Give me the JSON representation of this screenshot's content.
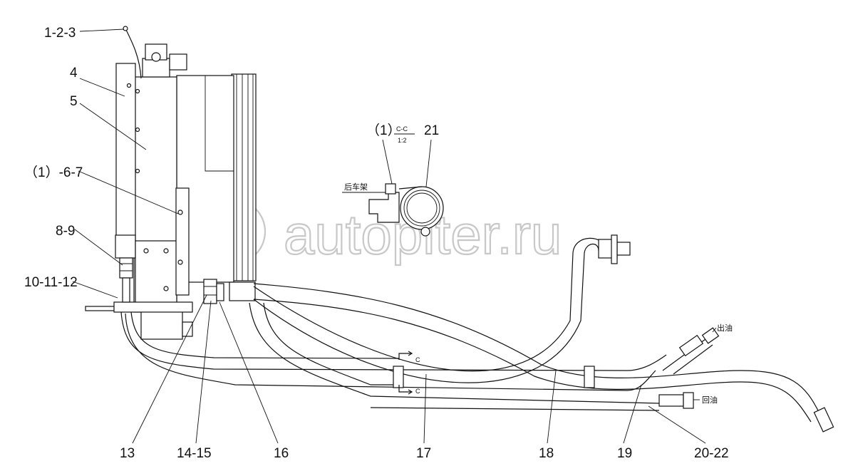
{
  "callouts": {
    "c1": "1-2-3",
    "c4": "4",
    "c5": "5",
    "c6": "（1）-6-7",
    "c8": "8-9",
    "c10": "10-11-12",
    "c13": "13",
    "c14": "14-15",
    "c16": "16",
    "c17": "17",
    "c18": "18",
    "c19": "19",
    "c20": "20-22",
    "c21": "21",
    "detail_ref": "（1）"
  },
  "section": {
    "name": "C-C",
    "scale": "1:2",
    "mark": "C",
    "rear_frame_label": "后车架"
  },
  "ports": {
    "outlet": "出油",
    "return": "回油"
  },
  "watermark": {
    "text": "autopiter.ru"
  }
}
